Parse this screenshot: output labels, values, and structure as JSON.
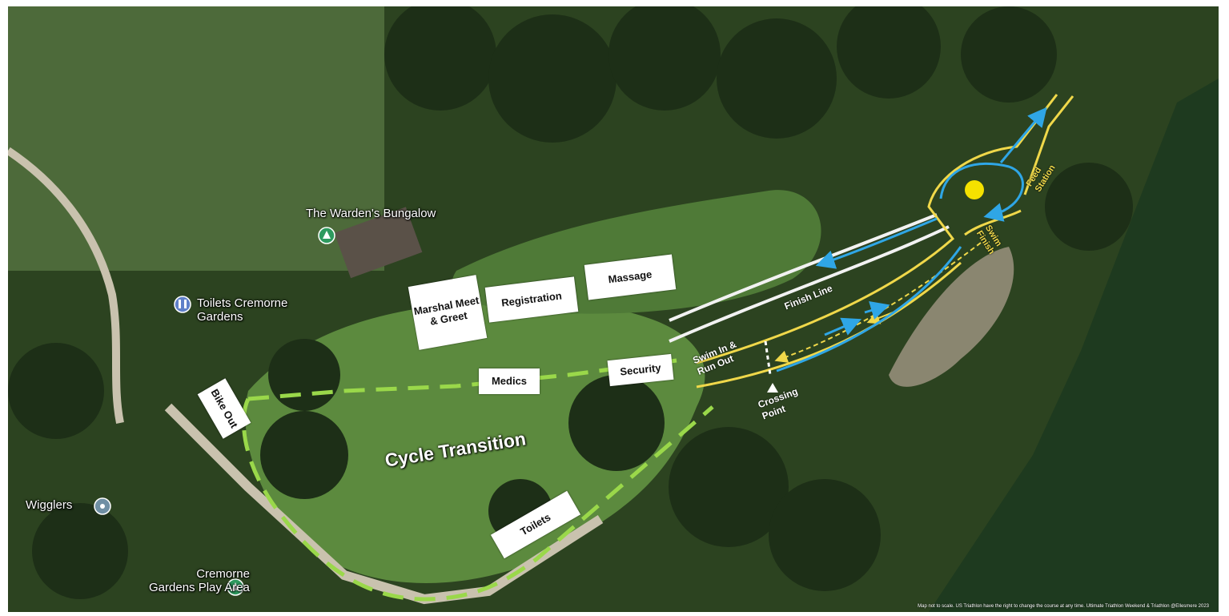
{
  "poi": {
    "wardens_bungalow": "The Warden's Bungalow",
    "toilets_cremorne_line1": "Toilets Cremorne",
    "toilets_cremorne_line2": "Gardens",
    "wigglers": "Wigglers",
    "play_area_line1": "Cremorne",
    "play_area_line2": "Gardens Play Area"
  },
  "labels": {
    "marshal": "Marshal Meet & Greet",
    "registration": "Registration",
    "massage": "Massage",
    "medics": "Medics",
    "security": "Security",
    "bike_out": "Bike Out",
    "toilets": "Toilets"
  },
  "overlay": {
    "cycle_transition": "Cycle Transition",
    "finish_line": "Finish Line",
    "swim_in_run_out": "Swim In & Run Out",
    "crossing_point": "Crossing Point",
    "swim_finish": "Swim Finish",
    "feed_station": "Feed Station"
  },
  "footer_note": "Map not to scale. US Triathlon have the right to change the course at any time. Ultimate Triathlon Weekend & Triathlon @Ellesmere 2023",
  "colors": {
    "route_dashed": "#9ad84a",
    "lane_yellow": "#f0d84a",
    "lane_white": "#f2f2f2",
    "arrow_blue": "#2fa6e6",
    "water": "#1e3a1f",
    "grass": "#5c8a3e"
  }
}
